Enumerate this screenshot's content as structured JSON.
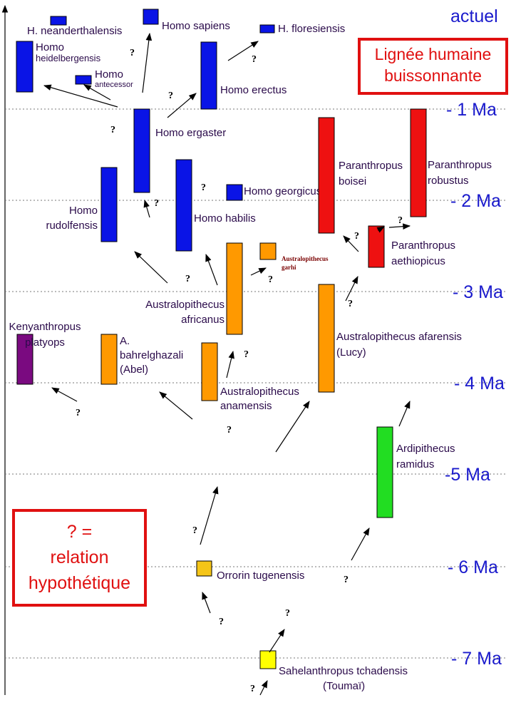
{
  "title_box": {
    "line1": "Lignée humaine",
    "line2": "buissonnante"
  },
  "legend_box": {
    "line1": "? =",
    "line2": "relation",
    "line3": "hypothétique"
  },
  "time_axis": [
    {
      "label": "actuel",
      "ma": 0
    },
    {
      "label": "- 1 Ma",
      "ma": 1
    },
    {
      "label": "- 2 Ma",
      "ma": 2
    },
    {
      "label": "- 3 Ma",
      "ma": 3
    },
    {
      "label": "- 4 Ma",
      "ma": 4
    },
    {
      "label": "-5 Ma",
      "ma": 5
    },
    {
      "label": "- 6 Ma",
      "ma": 6
    },
    {
      "label": "- 7 Ma",
      "ma": 7
    }
  ],
  "colors": {
    "homo": "#0a14e6",
    "paranthropus": "#ee1111",
    "australopithecus": "#ff9900",
    "kenyanthropus": "#7a0a80",
    "ardipithecus": "#22dd22",
    "orrorin": "#f5c518",
    "sahelanthropus": "#ffff00",
    "axis_label": "#1a1acc",
    "title_red": "#e01010",
    "label_text": "#2a0a4a"
  },
  "question_mark": "?",
  "taxa": [
    {
      "id": "h-neanderthalensis",
      "label_lines": [
        "H. neanderthalensis"
      ],
      "group": "homo"
    },
    {
      "id": "homo-sapiens",
      "label_lines": [
        "Homo sapiens"
      ],
      "group": "homo"
    },
    {
      "id": "h-floresiensis",
      "label_lines": [
        "H. floresiensis"
      ],
      "group": "homo"
    },
    {
      "id": "homo-heidelbergensis",
      "label_lines": [
        "Homo",
        "heidelbergensis"
      ],
      "group": "homo"
    },
    {
      "id": "homo-antecessor",
      "label_lines": [
        "Homo",
        "antecessor"
      ],
      "group": "homo"
    },
    {
      "id": "homo-erectus",
      "label_lines": [
        "Homo erectus"
      ],
      "group": "homo"
    },
    {
      "id": "homo-ergaster",
      "label_lines": [
        "Homo ergaster"
      ],
      "group": "homo"
    },
    {
      "id": "homo-georgicus",
      "label_lines": [
        "Homo georgicus"
      ],
      "group": "homo"
    },
    {
      "id": "homo-rudolfensis",
      "label_lines": [
        "Homo",
        "rudolfensis"
      ],
      "group": "homo"
    },
    {
      "id": "homo-habilis",
      "label_lines": [
        "Homo habilis"
      ],
      "group": "homo"
    },
    {
      "id": "paranthropus-boisei",
      "label_lines": [
        "Paranthropus",
        "boisei"
      ],
      "group": "paranthropus"
    },
    {
      "id": "paranthropus-robustus",
      "label_lines": [
        "Paranthropus",
        "robustus"
      ],
      "group": "paranthropus"
    },
    {
      "id": "paranthropus-aethiopicus",
      "label_lines": [
        "Paranthropus",
        "aethiopicus"
      ],
      "group": "paranthropus"
    },
    {
      "id": "australopithecus-africanus",
      "label_lines": [
        "Australopithecus",
        "africanus"
      ],
      "group": "australopithecus"
    },
    {
      "id": "australopithecus-garhi",
      "label_lines": [
        "Australopithecus",
        "garhi"
      ],
      "group": "australopithecus"
    },
    {
      "id": "kenyanthropus-platyops",
      "label_lines": [
        "Kenyanthropus",
        "platyops"
      ],
      "group": "kenyanthropus"
    },
    {
      "id": "a-bahrelghazali",
      "label_lines": [
        "A.",
        "bahrelghazali",
        "(Abel)"
      ],
      "group": "australopithecus"
    },
    {
      "id": "australopithecus-anamensis",
      "label_lines": [
        "Australopithecus",
        "anamensis"
      ],
      "group": "australopithecus"
    },
    {
      "id": "australopithecus-afarensis",
      "label_lines": [
        "Australopithecus afarensis",
        "(Lucy)"
      ],
      "group": "australopithecus"
    },
    {
      "id": "ardipithecus-ramidus",
      "label_lines": [
        "Ardipithecus",
        "ramidus"
      ],
      "group": "ardipithecus"
    },
    {
      "id": "orrorin-tugenensis",
      "label_lines": [
        "Orrorin tugenensis"
      ],
      "group": "orrorin"
    },
    {
      "id": "sahelanthropus-tchadensis",
      "label_lines": [
        "Sahelanthropus tchadensis",
        "(Toumaï)"
      ],
      "group": "sahelanthropus"
    }
  ]
}
